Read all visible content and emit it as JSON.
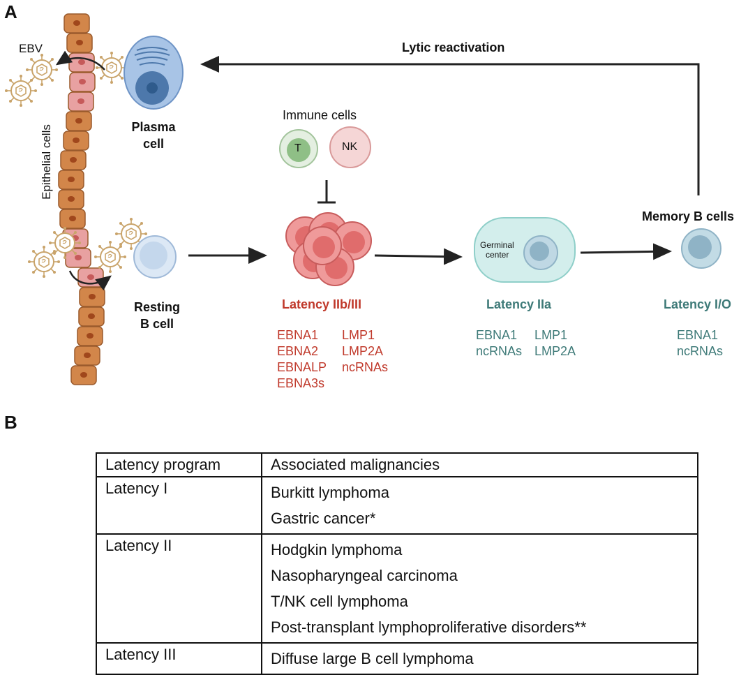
{
  "panel_a": {
    "label": "A",
    "ebv": "EBV",
    "epithelial": "Epithelial cells",
    "plasma_cell": [
      "Plasma",
      "cell"
    ],
    "resting_b_cell": [
      "Resting",
      "B cell"
    ],
    "immune_cells": "Immune cells",
    "t_cell": "T",
    "nk_cell": "NK",
    "germinal_center": [
      "Germinal",
      "center"
    ],
    "memory_b_cells": "Memory B cells",
    "lytic_reactivation": "Lytic reactivation",
    "latency_iib_iii": {
      "title": "Latency IIb/III",
      "genes_left": [
        "EBNA1",
        "EBNA2",
        "EBNALP",
        "EBNA3s"
      ],
      "genes_right": [
        "LMP1",
        "LMP2A",
        "ncRNAs"
      ]
    },
    "latency_iia": {
      "title": "Latency IIa",
      "genes_left": [
        "EBNA1",
        "ncRNAs"
      ],
      "genes_right": [
        "LMP1",
        "LMP2A"
      ]
    },
    "latency_i_o": {
      "title": "Latency I/O",
      "genes": [
        "EBNA1",
        "ncRNAs"
      ]
    },
    "colors": {
      "latency_red": "#c0392b",
      "latency_teal": "#3e7a78",
      "epithelial": "#d2864a",
      "plasma": "#7ea6d4",
      "b_cell_infected": "#e06c6c"
    }
  },
  "panel_b": {
    "label": "B",
    "header": [
      "Latency program",
      "Associated malignancies"
    ],
    "rows": [
      {
        "program": "Latency I",
        "malignancies": [
          "Burkitt lymphoma",
          "Gastric cancer*"
        ]
      },
      {
        "program": "Latency II",
        "malignancies": [
          "Hodgkin lymphoma",
          "Nasopharyngeal carcinoma",
          "T/NK cell lymphoma",
          "Post-transplant lymphoproliferative disorders**"
        ]
      },
      {
        "program": "Latency III",
        "malignancies": [
          "Diffuse large B cell lymphoma"
        ]
      }
    ]
  }
}
